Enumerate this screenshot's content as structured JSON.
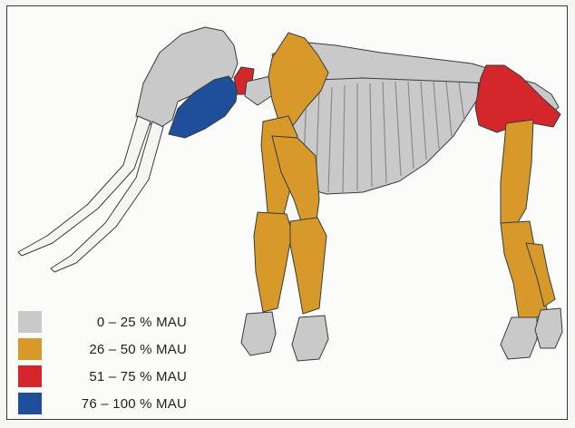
{
  "colors": {
    "grey": "#c9c9c9",
    "orange": "#d79a2a",
    "red": "#d3272b",
    "blue": "#1f4f9a",
    "outline": "#3a3a3a"
  },
  "legend": [
    {
      "label": "0 – 25 % MAU",
      "color": "#c9c9c9"
    },
    {
      "label": "26 – 50 % MAU",
      "color": "#d79a2a"
    },
    {
      "label": "51 – 75 % MAU",
      "color": "#d3272b"
    },
    {
      "label": "76 – 100 % MAU",
      "color": "#1f4f9a"
    }
  ]
}
